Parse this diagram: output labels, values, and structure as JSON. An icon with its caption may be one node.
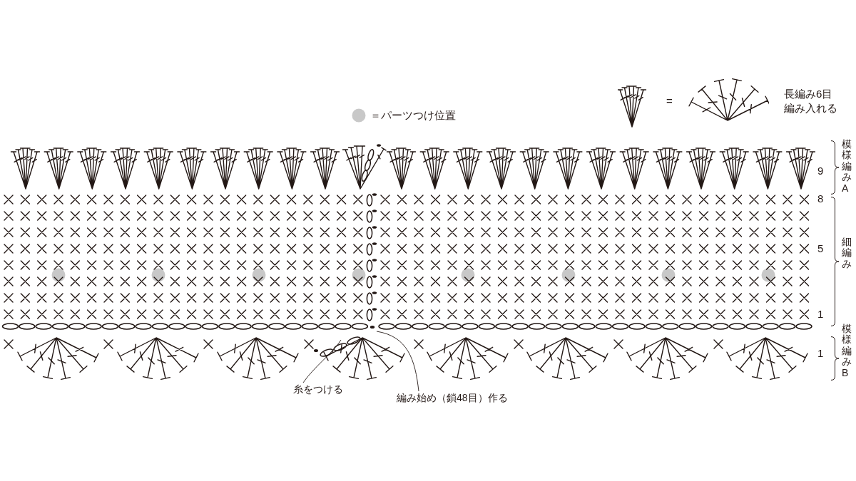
{
  "diagram": {
    "nodes": [
      {
        "text": [
          "糸をつける"
        ]
      },
      {
        "text": [
          "編み始め（鎖48目）作る"
        ]
      }
    ],
    "edges": [
      {
        "from": 0,
        "to": null,
        "arrow": "none"
      },
      {
        "from": 1,
        "to": null,
        "arrow": "none"
      }
    ],
    "labels": [
      "=",
      "模様編みA",
      "9",
      "8",
      "細編み",
      "5",
      "1",
      "1",
      "模様編みB"
    ],
    "legend": [
      {
        "text": "＝パーツつけ位置",
        "color": "#c8c8c8"
      },
      {
        "text": "長編み6目編み入れる"
      }
    ]
  }
}
